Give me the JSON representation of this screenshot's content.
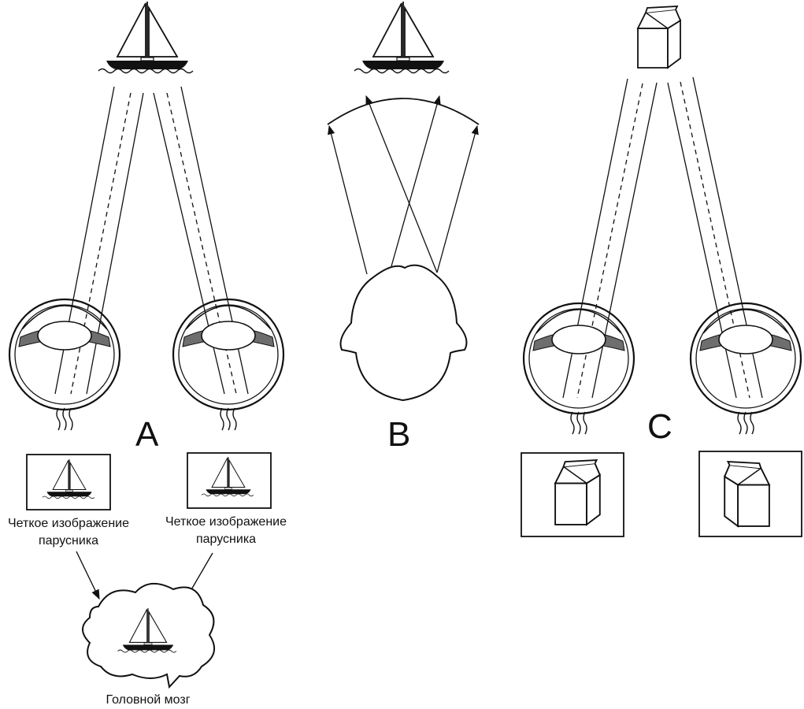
{
  "panels": {
    "A": {
      "letter": "A",
      "caption_left": [
        "Четкое изображение",
        "парусника"
      ],
      "caption_right": [
        "Четкое изображение",
        "парусника"
      ],
      "brain_label": "Головной мозг"
    },
    "B": {
      "letter": "B"
    },
    "C": {
      "letter": "C"
    }
  },
  "colors": {
    "ink": "#111111",
    "lens_fill": "#6e6e6e",
    "hull": "#111111",
    "background": "#ffffff"
  },
  "icons": [
    "sailboat-icon",
    "milk-carton-icon",
    "eye-icon",
    "head-icon",
    "brain-cloud-icon"
  ]
}
